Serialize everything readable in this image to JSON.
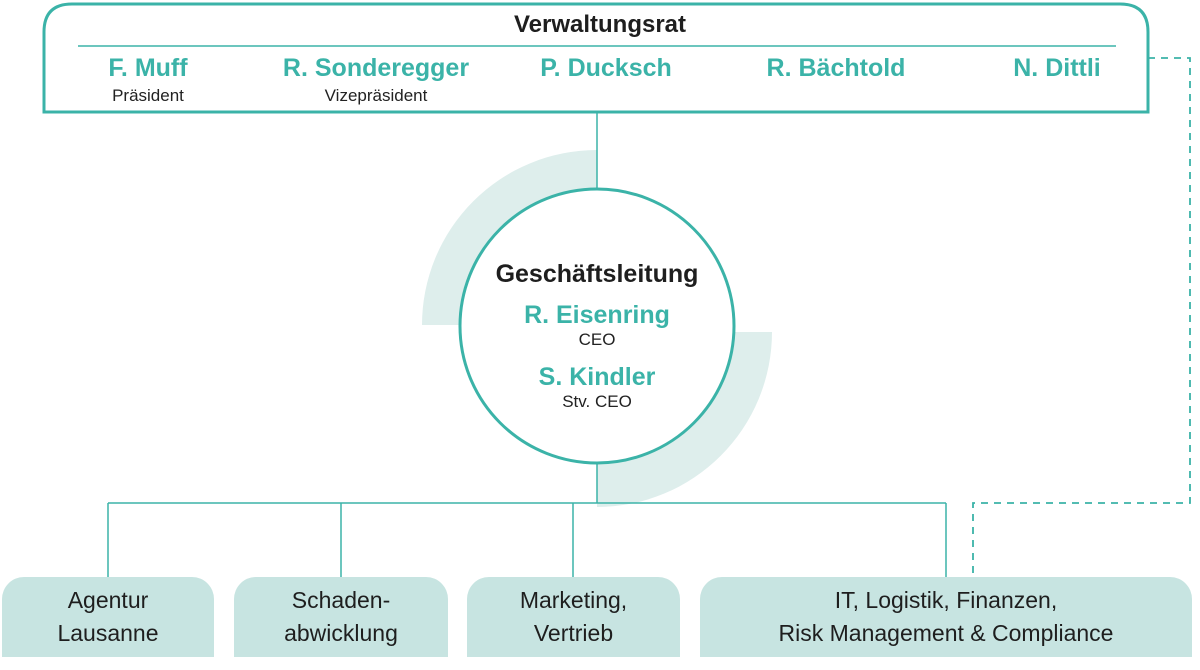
{
  "board": {
    "title": "Verwaltungsrat",
    "members": [
      {
        "name": "F. Muff",
        "role": "Präsident"
      },
      {
        "name": "R. Sonderegger",
        "role": "Vizepräsident"
      },
      {
        "name": "P. Ducksch",
        "role": ""
      },
      {
        "name": "R. Bächtold",
        "role": ""
      },
      {
        "name": "N. Dittli",
        "role": ""
      }
    ]
  },
  "management": {
    "title": "Geschäftsleitung",
    "members": [
      {
        "name": "R. Eisenring",
        "role": "CEO"
      },
      {
        "name": "S. Kindler",
        "role": "Stv. CEO"
      }
    ]
  },
  "departments": [
    {
      "line1": "Agentur",
      "line2": "Lausanne"
    },
    {
      "line1": "Schaden-",
      "line2": "abwicklung"
    },
    {
      "line1": "Marketing,",
      "line2": "Vertrieb"
    },
    {
      "line1": "IT, Logistik, Finanzen,",
      "line2": "Risk Management & Compliance"
    }
  ],
  "colors": {
    "accent": "#3bb3a8",
    "light_fill": "#c7e4e1",
    "arc_fill": "#deeeec",
    "text": "#1e1e1e"
  }
}
